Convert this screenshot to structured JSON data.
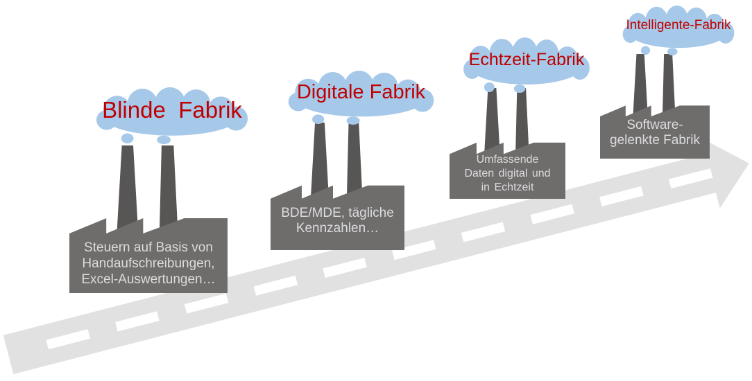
{
  "colors": {
    "cloud_fill": "#A6C8E9",
    "cloud_text_red": "#C00000",
    "factory_body_gray": "#6F6C6C",
    "chimney_gray": "#585555",
    "factory_text_gray": "#DCDCDC",
    "road_gray": "#E1E1E1",
    "road_dash_white": "#FFFFFF",
    "background": "#FFFFFF"
  },
  "road": {
    "shape": "dashed-road-arrow",
    "direction": "bottom-left to top-right"
  },
  "stages": [
    {
      "cloud_label": "Blinde Fabrik",
      "factory_lines": [
        "Steuern auf Basis von",
        "Handaufschreibungen,",
        "Excel-Auswertungen…"
      ]
    },
    {
      "cloud_label": "Digitale Fabrik",
      "factory_lines": [
        "BDE/MDE, tägliche",
        "Kennzahlen…"
      ]
    },
    {
      "cloud_label": "Echtzeit-Fabrik",
      "factory_lines": [
        "Umfassende",
        "Daten digital und",
        "in Echtzeit"
      ]
    },
    {
      "cloud_label": "Intelligente-Fabrik",
      "factory_lines": [
        "Software-",
        "gelenkte Fabrik"
      ]
    }
  ]
}
